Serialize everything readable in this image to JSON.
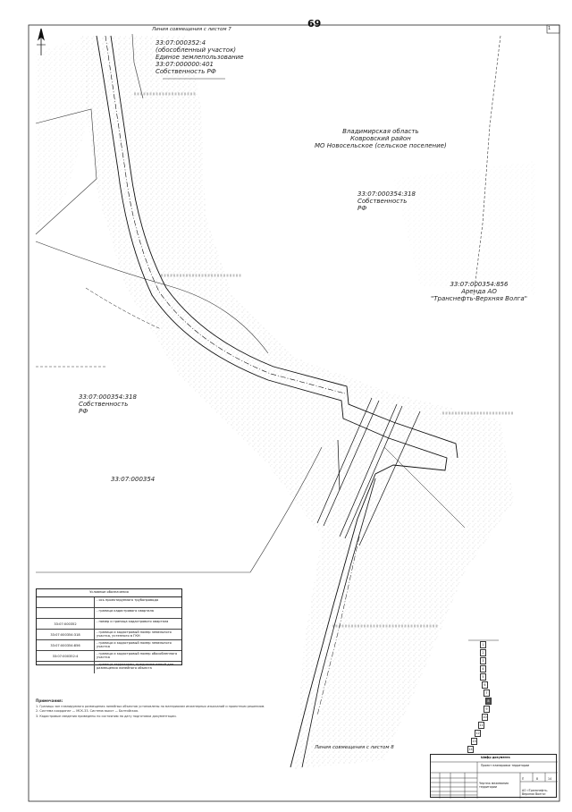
{
  "page_number": "69",
  "corner_mark": "1",
  "labels": {
    "match_top": "Линия совмещения с листом 7",
    "match_bottom": "Линия совмещения с листом 8",
    "parcel_352_4": [
      "33:07:000352:4",
      "(обособленный участок)",
      "Единое землепользование",
      "33:07:000000:401",
      "Собственность РФ"
    ],
    "region": [
      "Владимирская область",
      "Ковровский район",
      "МО Новосельское (сельское поселение)"
    ],
    "parcel_354_318_top": [
      "33:07:000354:318",
      "Собственность",
      "РФ"
    ],
    "parcel_354_856": [
      "33:07:000354:856",
      "Аренда АО",
      "\"Транснефть-Верхняя Волга\""
    ],
    "parcel_354_318_left": [
      "33:07:000354:318",
      "Собственность",
      "РФ"
    ],
    "quarter_354": "33:07:000354"
  },
  "legend": {
    "title": "Условные обозначения",
    "rows": [
      {
        "sym": "",
        "text": "- ось проектируемого трубопровода"
      },
      {
        "sym": "",
        "text": "- граница кадастрового квартала"
      },
      {
        "sym": "33:07:000352",
        "text": "- номер и граница кадастрового квартала"
      },
      {
        "sym": "33:07:000354:318",
        "text": "- граница и кадастровый номер земельного участка, учтенного в ГКН"
      },
      {
        "sym": "33:07:000354:856",
        "text": "- граница и кадастровый номер земельного участка"
      },
      {
        "sym": "33:07:000352:4",
        "text": "- граница и кадастровый номер обособленного участка"
      },
      {
        "sym": "",
        "text": "- граница территории, предназначенной для размещения линейного объекта"
      }
    ]
  },
  "notes": {
    "title": "Примечания:",
    "paragraphs": [
      "1. Границы зон планируемого размещения линейных объектов установлены по материалам инженерных изысканий и проектным решениям.",
      "2. Система координат — МСК-33. Система высот — Балтийская.",
      "3. Кадастровые сведения приведены по состоянию на дату подготовки документации."
    ]
  },
  "stamp": {
    "code": "Шифр документа",
    "project": "Проект планировки территории",
    "sheet_title": "Чертеж межевания территории",
    "org": "АО «Транснефть-Верхняя Волга»",
    "stage": "П",
    "sheet": "8",
    "sheets": "14"
  },
  "key_map": {
    "numbers": [
      "1",
      "2",
      "3",
      "4",
      "5",
      "6",
      "7",
      "8",
      "9",
      "10",
      "11",
      "12",
      "13",
      "14"
    ],
    "active": "8"
  }
}
